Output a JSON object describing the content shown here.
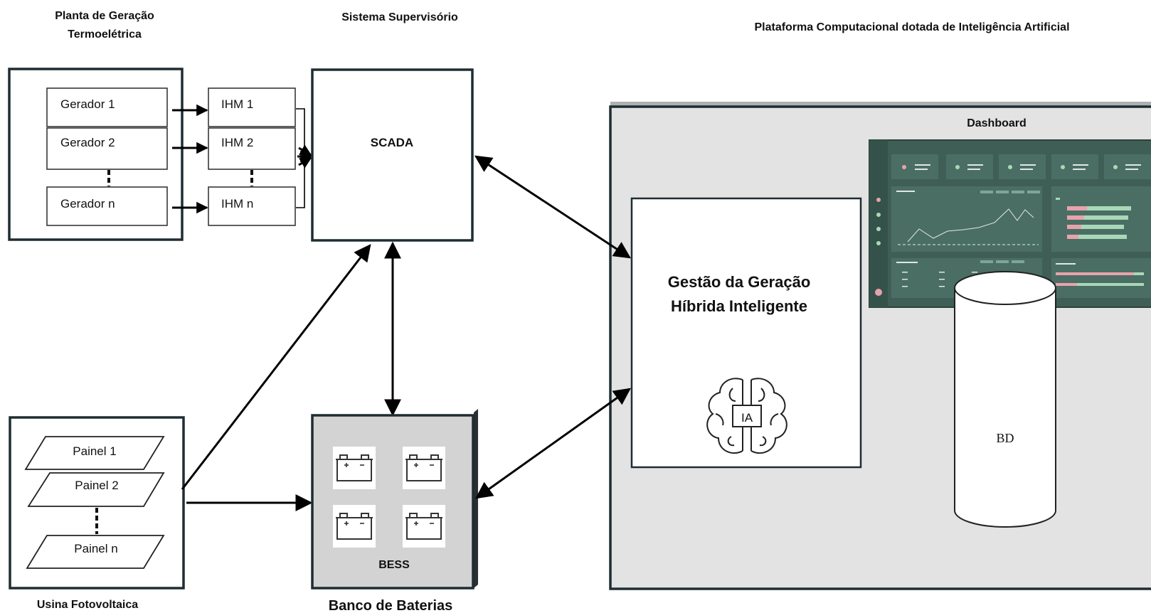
{
  "headers": {
    "thermo_plant": [
      "Planta de Geração",
      "Termoelétrica"
    ],
    "supervisory": "Sistema Supervisório",
    "ai_platform": "Plataforma Computacional dotada de Inteligência Artificial"
  },
  "generators": [
    "Gerador 1",
    "Gerador 2",
    "Gerador n"
  ],
  "hmis": [
    "IHM 1",
    "IHM 2",
    "IHM n"
  ],
  "scada": "SCADA",
  "solar": {
    "panels": [
      "Painel 1",
      "Painel 2",
      "Painel n"
    ],
    "caption": "Usina Fotovoltaica"
  },
  "bess": {
    "label": "BESS",
    "caption": "Banco de Baterias",
    "battery_icon": "battery-icon"
  },
  "platform": {
    "dashboard_title": "Dashboard",
    "management_title": [
      "Gestão da Geração",
      "Híbrida Inteligente"
    ],
    "ai_icon_text": "IA",
    "ai_icon": "brain-ai-icon",
    "database_label": "BD"
  },
  "colors": {
    "border": "#1f2d33",
    "platform_bg": "#e3e3e3",
    "dashboard_bg": "#3f5f56",
    "dashboard_panel": "#4b6e64",
    "dashboard_accent": "#a9d8b8",
    "dashboard_pink": "#e7a3ad"
  }
}
